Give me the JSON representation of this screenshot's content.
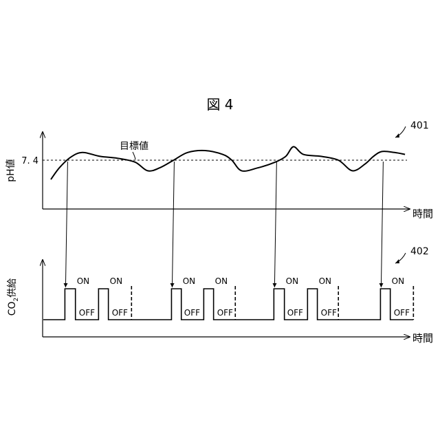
{
  "figure_label": "図 4",
  "chart_data": [
    {
      "type": "line",
      "ref": "401",
      "ylabel": "pH値",
      "xlabel": "時間",
      "target": {
        "value": 7.4,
        "label": "目標値",
        "tick_label": "7. 4"
      },
      "series": [
        {
          "points": [
            [
              0,
              7.3
            ],
            [
              12,
              7.36
            ],
            [
              28,
              7.415
            ],
            [
              45,
              7.44
            ],
            [
              70,
              7.42
            ],
            [
              95,
              7.41
            ],
            [
              120,
              7.39
            ],
            [
              138,
              7.345
            ],
            [
              155,
              7.36
            ],
            [
              175,
              7.4
            ],
            [
              195,
              7.44
            ],
            [
              220,
              7.45
            ],
            [
              245,
              7.43
            ],
            [
              258,
              7.4
            ],
            [
              272,
              7.345
            ],
            [
              295,
              7.36
            ],
            [
              320,
              7.39
            ],
            [
              335,
              7.42
            ],
            [
              346,
              7.47
            ],
            [
              360,
              7.43
            ],
            [
              385,
              7.42
            ],
            [
              410,
              7.4
            ],
            [
              430,
              7.345
            ],
            [
              448,
              7.38
            ],
            [
              460,
              7.42
            ],
            [
              472,
              7.445
            ],
            [
              490,
              7.44
            ],
            [
              505,
              7.43
            ]
          ]
        }
      ]
    },
    {
      "type": "step",
      "ref": "402",
      "ylabel_prefix": "CO",
      "ylabel_sub": "2",
      "ylabel_suffix": "供給",
      "xlabel": "時間",
      "cycles": [
        {
          "trigger_x": 20,
          "pulses": [
            {
              "start": 20,
              "end": 35,
              "label": "ON"
            },
            {
              "start": 68,
              "end": 82,
              "label": "ON"
            }
          ],
          "off_labels": [
            {
              "x": 38,
              "label": "OFF"
            },
            {
              "x": 85,
              "label": "OFF"
            }
          ],
          "cutoff_x": 115
        },
        {
          "trigger_x": 172,
          "pulses": [
            {
              "start": 172,
              "end": 186,
              "label": "ON"
            },
            {
              "start": 218,
              "end": 232,
              "label": "ON"
            }
          ],
          "off_labels": [
            {
              "x": 188,
              "label": "OFF"
            },
            {
              "x": 235,
              "label": "OFF"
            }
          ],
          "cutoff_x": 263
        },
        {
          "trigger_x": 318,
          "pulses": [
            {
              "start": 318,
              "end": 333,
              "label": "ON"
            },
            {
              "start": 366,
              "end": 380,
              "label": "ON"
            }
          ],
          "off_labels": [
            {
              "x": 335,
              "label": "OFF"
            },
            {
              "x": 383,
              "label": "OFF"
            }
          ],
          "cutoff_x": 410
        },
        {
          "trigger_x": 470,
          "pulses": [
            {
              "start": 470,
              "end": 484,
              "label": "ON"
            }
          ],
          "off_labels": [
            {
              "x": 487,
              "label": "OFF"
            }
          ],
          "cutoff_x": 517
        }
      ]
    }
  ]
}
